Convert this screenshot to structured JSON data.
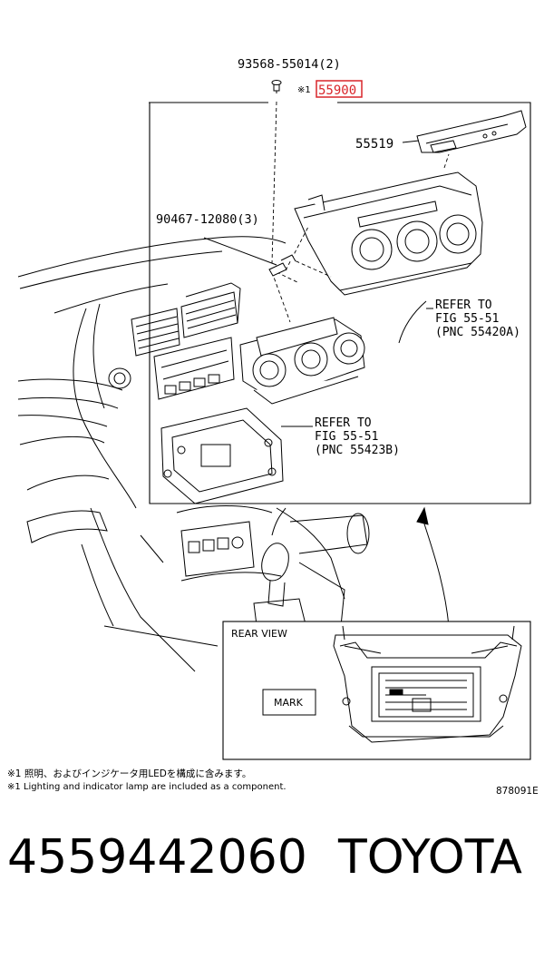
{
  "diagram": {
    "labels": {
      "bolt": "93568-55014(2)",
      "assembly_prefix": "※1",
      "assembly": "55900",
      "panel": "55519",
      "screw": "90467-12080(3)",
      "refer_a_line1": "REFER TO",
      "refer_a_line2": "FIG 55-51",
      "refer_a_line3": "(PNC 55420A)",
      "refer_b_line1": "REFER TO",
      "refer_b_line2": "FIG 55-51",
      "refer_b_line3": "(PNC 55423B)",
      "rear_view": "REAR VIEW",
      "mark": "MARK",
      "ref_code": "878091E"
    },
    "notes": {
      "jp": "※1 照明、およびインジケータ用LEDを構成に含みます。",
      "en": "※1 Lighting and indicator lamp are included as a component."
    },
    "highlight_color": "#d9252a"
  },
  "footer": {
    "part_number": "4559442060",
    "brand": "TOYOTA"
  }
}
